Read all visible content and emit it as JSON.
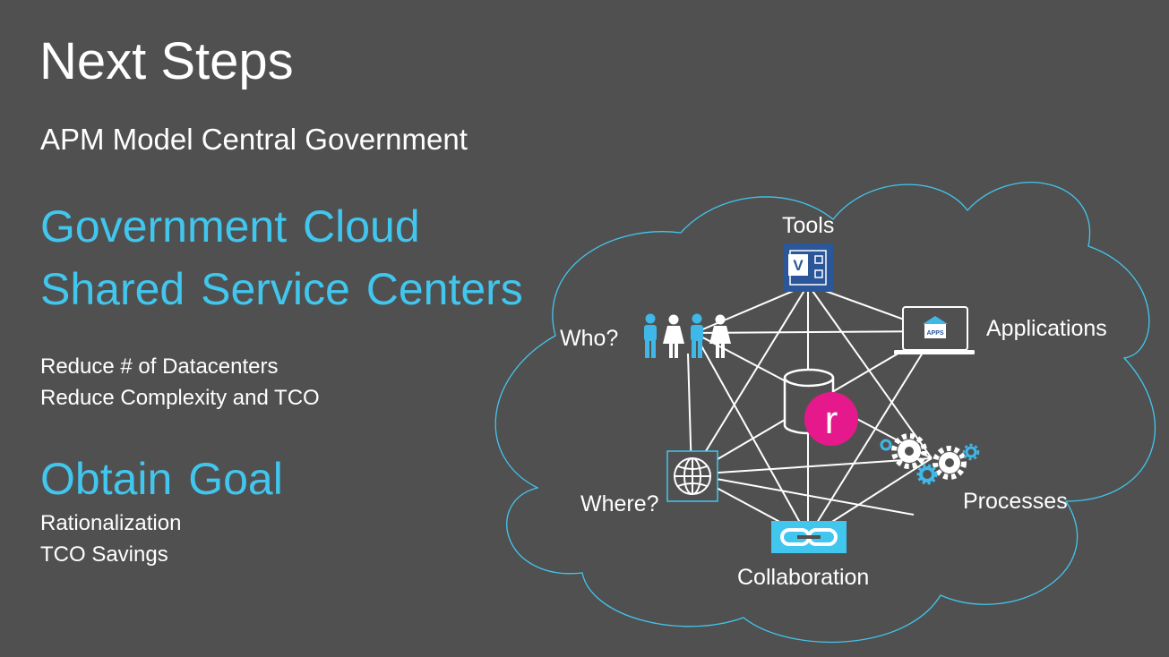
{
  "slide": {
    "title": "Next Steps",
    "subtitle": "APM Model Central Government",
    "headings": [
      "Government Cloud",
      "Shared Service Centers",
      "Obtain Goal"
    ],
    "reduce_items": [
      "Reduce # of Datacenters",
      "Reduce Complexity and TCO"
    ],
    "goal_items": [
      "Rationalization",
      "TCO Savings"
    ]
  },
  "diagram": {
    "labels": {
      "tools": "Tools",
      "who": "Who?",
      "applications": "Applications",
      "where": "Where?",
      "processes": "Processes",
      "collaboration": "Collaboration"
    },
    "tools_badge": "V",
    "center_letter": "r",
    "apps_badge": "APPS",
    "colors": {
      "background": "#505050",
      "accent": "#41c6ee",
      "cloud_outline": "#41c6ee",
      "visio_blue": "#2b579a",
      "center_magenta": "#e6198c",
      "people_blue": "#3fb8e8",
      "line": "#ffffff"
    },
    "icons": [
      "visio-icon",
      "people-icon",
      "laptop-apps-icon",
      "database-icon",
      "globe-icon",
      "gears-icon",
      "chain-link-icon"
    ]
  }
}
